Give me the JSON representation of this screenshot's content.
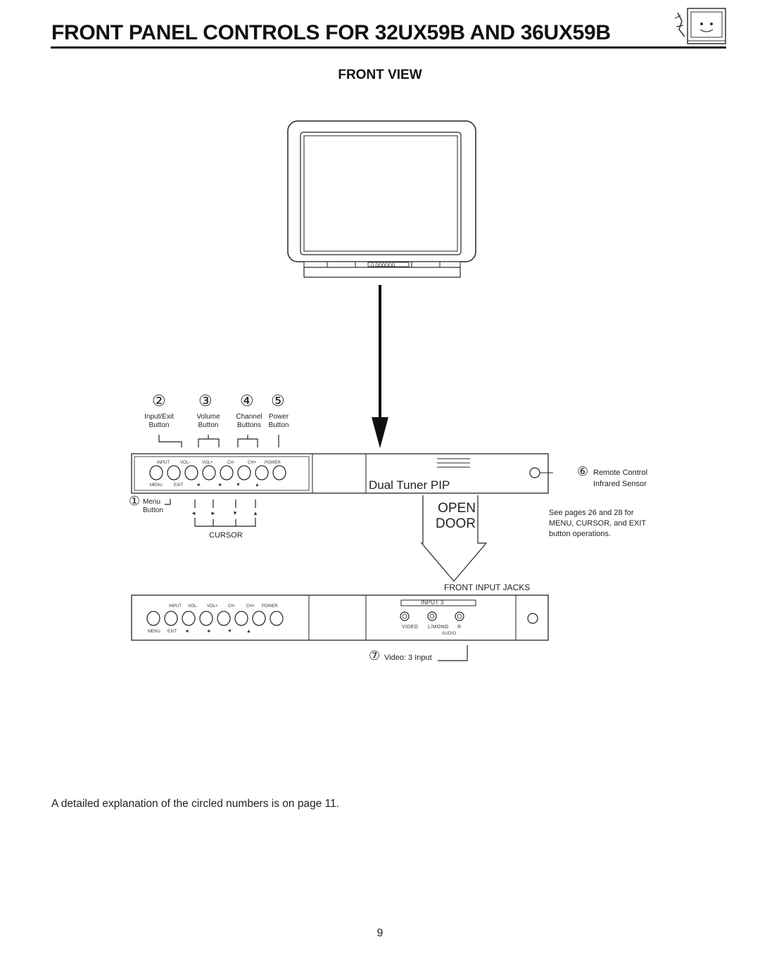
{
  "header": {
    "title": "FRONT PANEL CONTROLS FOR 32UX59B AND 36UX59B",
    "subtitle": "FRONT VIEW",
    "logo_icon": "tv-mascot-icon"
  },
  "tv_panel_text": "O OOOOOO",
  "callouts": {
    "n2": "②",
    "n2_label_1": "Input/Exit",
    "n2_label_2": "Button",
    "n3": "③",
    "n3_label_1": "Volume",
    "n3_label_2": "Button",
    "n4": "④",
    "n4_label_1": "Channel",
    "n4_label_2": "Buttons",
    "n5": "⑤",
    "n5_label_1": "Power",
    "n5_label_2": "Button",
    "n1": "①",
    "n1_label_1": "Menu",
    "n1_label_2": "Button",
    "n6": "⑥",
    "n6_label_1": "Remote Control",
    "n6_label_2": "Infrared Sensor",
    "n7": "⑦",
    "n7_label": "Video: 3 Input",
    "cursor_label": "CURSOR"
  },
  "panel": {
    "top_labels": [
      "INPUT",
      "VOL-",
      "VOL+",
      "CH-",
      "CH+",
      "POWER"
    ],
    "bottom_labels": [
      "MENU",
      "EXIT",
      "◄",
      "►",
      "▼",
      "▲"
    ],
    "cursor_arrows": [
      "◄",
      "►",
      "▼",
      "▲"
    ],
    "dual_tuner": "Dual Tuner PIP",
    "open": "OPEN",
    "door": "DOOR",
    "note_line_1": "See pages 26 and 28 for",
    "note_line_2": "MENU, CURSOR, and EXIT",
    "note_line_3": "button operations."
  },
  "jacks": {
    "heading": "FRONT INPUT JACKS",
    "input_label": "INPUT 3",
    "video": "VIDEO",
    "lmono": "L/MONO",
    "r": "R",
    "audio": "AUDIO"
  },
  "footer": {
    "caption": "A detailed explanation of the circled numbers is on page 11.",
    "page_number": "9"
  }
}
